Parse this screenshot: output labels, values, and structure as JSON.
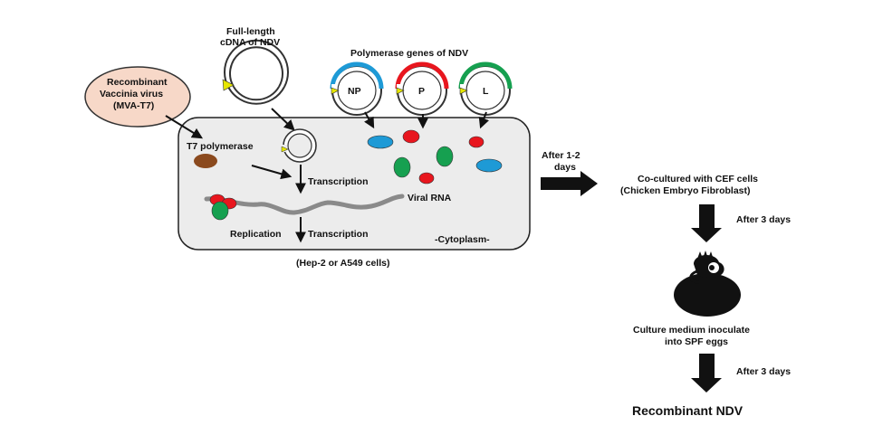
{
  "labels": {
    "full_length_line1": "Full-length",
    "full_length_line2": "cDNA of NDV",
    "polymerase_genes": "Polymerase genes of NDV",
    "np": "NP",
    "p": "P",
    "l": "L",
    "vaccinia_line1": "Recombinant",
    "vaccinia_line2": "Vaccinia virus",
    "vaccinia_line3": "(MVA-T7)",
    "t7_polymerase": "T7 polymerase",
    "transcription_top": "Transcription",
    "viral_rna": "Viral RNA",
    "replication": "Replication",
    "transcription_bottom": "Transcription",
    "cytoplasm": "-Cytoplasm-",
    "cell_type": "(Hep-2 or A549 cells)",
    "after_days_line1": "After 1-2",
    "after_days_line2": "days",
    "cocultured_line1": "Co-cultured with CEF cells",
    "cocultured_line2": "(Chicken Embryo Fibroblast)",
    "after_3_days_1": "After 3 days",
    "culture_line1": "Culture medium inoculate",
    "culture_line2": "into SPF eggs",
    "after_3_days_2": "After 3 days",
    "result": "Recombinant NDV"
  },
  "colors": {
    "cell_fill": "#ececec",
    "vaccinia_fill": "#f7d8c8",
    "np_blue": "#1e9ad6",
    "p_red": "#e8161e",
    "l_green": "#16a050",
    "t7_brown": "#8b4a1e",
    "promoter_yellow": "#e6e600",
    "rna_gray": "#8a8a8a"
  }
}
